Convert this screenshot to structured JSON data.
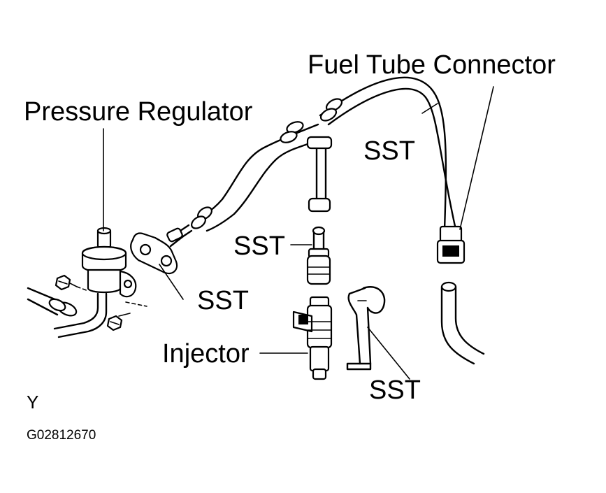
{
  "labels": {
    "fuel_tube_connector": "Fuel Tube Connector",
    "pressure_regulator": "Pressure Regulator",
    "sst_upper": "SST",
    "sst_middle": "SST",
    "sst_left": "SST",
    "sst_lower": "SST",
    "injector": "Injector",
    "view_letter": "Y",
    "figure_code": "G02812670"
  }
}
